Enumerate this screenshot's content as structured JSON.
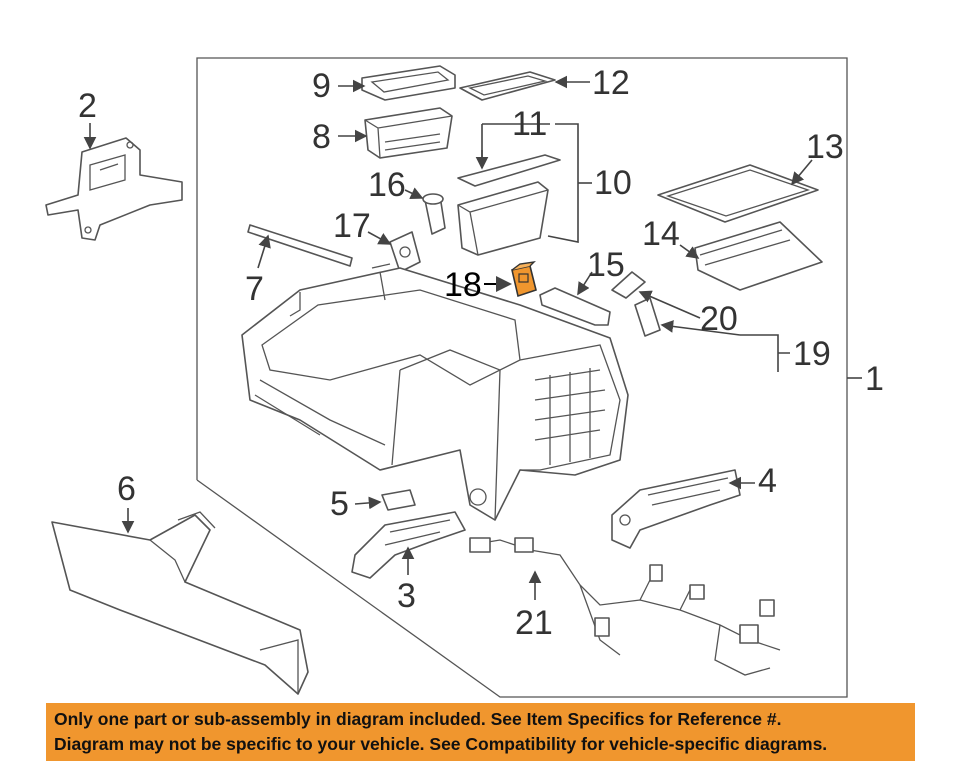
{
  "callouts": {
    "c1": "1",
    "c2": "2",
    "c3": "3",
    "c4": "4",
    "c5": "5",
    "c6": "6",
    "c7": "7",
    "c8": "8",
    "c9": "9",
    "c10": "10",
    "c11": "11",
    "c12": "12",
    "c13": "13",
    "c14": "14",
    "c15": "15",
    "c16": "16",
    "c17": "17",
    "c18": "18",
    "c19": "19",
    "c20": "20",
    "c21": "21"
  },
  "highlighted_part": "18",
  "colors": {
    "highlight": "#f0962e",
    "banner": "#f0962e",
    "line": "#555555"
  },
  "disclaimer": {
    "line1": "Only one part or sub-assembly in diagram included. See Item Specifics for Reference #.",
    "line2": "Diagram may not be specific to your vehicle. See Compatibility for vehicle-specific diagrams."
  }
}
